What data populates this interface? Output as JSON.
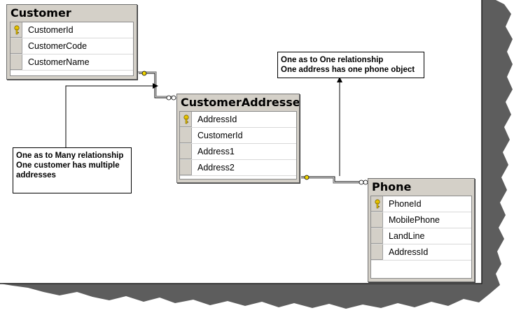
{
  "tables": {
    "customer": {
      "title": "Customer",
      "columns": [
        {
          "name": "CustomerId",
          "primary_key": true
        },
        {
          "name": "CustomerCode",
          "primary_key": false
        },
        {
          "name": "CustomerName",
          "primary_key": false
        }
      ]
    },
    "customer_addresses": {
      "title": "CustomerAddresses",
      "columns": [
        {
          "name": "AddressId",
          "primary_key": true
        },
        {
          "name": "CustomerId",
          "primary_key": false
        },
        {
          "name": "Address1",
          "primary_key": false
        },
        {
          "name": "Address2",
          "primary_key": false
        }
      ]
    },
    "phone": {
      "title": "Phone",
      "columns": [
        {
          "name": "PhoneId",
          "primary_key": true
        },
        {
          "name": "MobilePhone",
          "primary_key": false
        },
        {
          "name": "LandLine",
          "primary_key": false
        },
        {
          "name": "AddressId",
          "primary_key": false
        }
      ]
    }
  },
  "notes": {
    "one_to_many": {
      "line1": "One as to Many relationship",
      "line2": "One customer has multiple",
      "line3": "addresses"
    },
    "one_to_one": {
      "line1": "One as to One relationship",
      "line2": "One address has one phone object"
    }
  },
  "colors": {
    "table_frame": "#d4d0c8",
    "key_icon": "#e8c400",
    "page_shadow": "#5a5a5a"
  }
}
